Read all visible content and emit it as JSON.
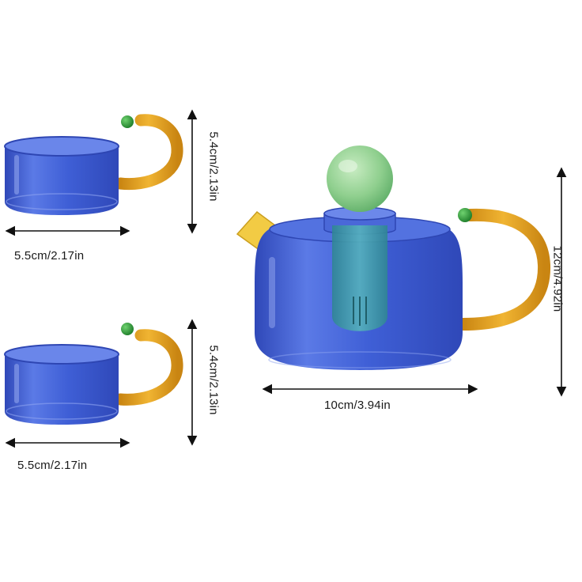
{
  "cups": [
    {
      "width_label": "5.5cm/2.17in",
      "height_label": "5.4cm/2.13in"
    },
    {
      "width_label": "5.5cm/2.17in",
      "height_label": "5.4cm/2.13in"
    }
  ],
  "teapot": {
    "width_label": "10cm/3.94in",
    "height_label": "12cm/4.92in"
  },
  "colors": {
    "glass_blue": "#3f5fd6",
    "glass_blue_dark": "#2a3fa8",
    "handle_amber": "#e3a21f",
    "knob_green": "#2f9e3a",
    "lid_green": "#8fcf8e",
    "infuser_teal": "#3f9aa8",
    "spout_yellow": "#f2c93a",
    "dimension_line": "#111111"
  }
}
